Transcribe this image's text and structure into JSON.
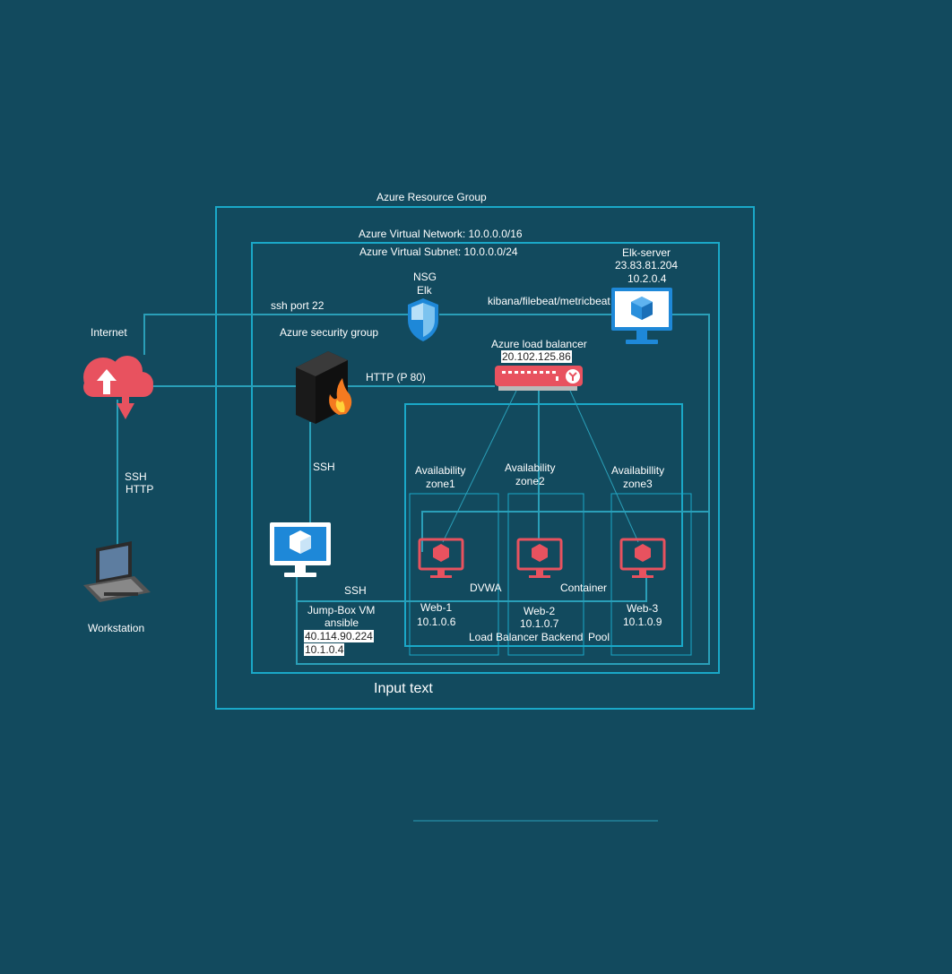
{
  "colors": {
    "background": "#124a5e",
    "container_border": "#1aa8c8",
    "line": "#2a9fb8",
    "web_vm": "#e8525f",
    "azure_blue": "#1e88d8"
  },
  "groups": {
    "resource_group": "Azure Resource Group",
    "virtual_network": "Azure Virtual Network: 10.0.0.0/16",
    "virtual_subnet": "Azure Virtual Subnet: 10.0.0.0/24",
    "bottom_text": "Input text"
  },
  "internet": {
    "label": "Internet",
    "icon": "cloud-upload-icon"
  },
  "workstation": {
    "label": "Workstation",
    "icon": "workstation-icon",
    "link_label_1": "SSH",
    "link_label_2": "HTTP"
  },
  "nsg": {
    "line1": "NSG",
    "line2": "Elk",
    "icon": "shield-icon",
    "link_label": "ssh port 22"
  },
  "security_group": {
    "label": "Azure security group",
    "icon": "firewall-icon",
    "link_label": "HTTP (P 80)"
  },
  "elk": {
    "name": "Elk-server",
    "public_ip": "23.83.81.204",
    "private_ip": "10.2.0.4",
    "link_label": "kibana/filebeat/metricbeat",
    "icon": "vm-monitor-icon"
  },
  "load_balancer": {
    "label": "Azure load balancer",
    "ip": "20.102.125.86",
    "icon": "load-balancer-icon"
  },
  "jumpbox": {
    "name": "Jump-Box VM",
    "role": "ansible",
    "public_ip": "40.114.90.224",
    "private_ip": "10.1.0.4",
    "ssh_in": "SSH",
    "ssh_out": "SSH",
    "icon": "vm-monitor-icon"
  },
  "zones": [
    {
      "line1": "Availability",
      "line2": "zone1"
    },
    {
      "line1": "Availability",
      "line2": "zone2"
    },
    {
      "line1": "Availabillity",
      "line2": "zone3"
    }
  ],
  "webs": [
    {
      "name": "Web-1",
      "ip": "10.1.0.6"
    },
    {
      "name": "Web-2",
      "ip": "10.1.0.7"
    },
    {
      "name": "Web-3",
      "ip": "10.1.0.9"
    }
  ],
  "pool": {
    "dvwa": "DVWA",
    "container": "Container",
    "backend": "Load Balancer Backend",
    "pool": "Pool"
  }
}
